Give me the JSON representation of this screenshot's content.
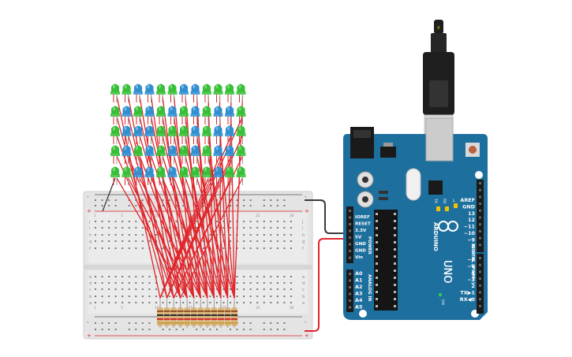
{
  "breadboard": {
    "rail_plus": "+",
    "rail_minus": "-",
    "column_labels": [
      "1",
      "5",
      "10",
      "15",
      "20",
      "25",
      "30"
    ],
    "row_labels_top": [
      "j",
      "i",
      "h",
      "g",
      "f"
    ],
    "row_labels_bottom": [
      "e",
      "d",
      "c",
      "b",
      "a"
    ]
  },
  "led_matrix": {
    "rows": 5,
    "cols": 12,
    "colors": {
      "green": "#37c037",
      "blue": "#2f8fd0"
    }
  },
  "resistors": {
    "count": 12
  },
  "arduino": {
    "board_color": "#1d6f9e",
    "left_pins": [
      "IOREF",
      "RESET",
      "3.3V",
      "5V",
      "GND",
      "GND",
      "Vin"
    ],
    "power_label": "POWER",
    "analog_pins": [
      "A0",
      "A1",
      "A2",
      "A3",
      "A4",
      "A5"
    ],
    "analog_label": "ANALOG IN",
    "digital_pins": [
      "AREF",
      "GND",
      "13",
      "12",
      "~11",
      "~10",
      "~9",
      "8",
      "7",
      "~6",
      "~5",
      "4",
      "~3",
      "2",
      "TX▶1",
      "RX◀0"
    ],
    "digital_label": "DIGITAL (PWM~)",
    "brand": "ARDUINO",
    "model": "UNO",
    "on_label": "ON",
    "led_labels": [
      "L",
      "TX",
      "RX"
    ]
  },
  "colors": {
    "wire_red": "#e0262b",
    "wire_black": "#3a3a3a",
    "breadboard": "#e6e6e6",
    "usb_cable": "#1e1e1e"
  }
}
